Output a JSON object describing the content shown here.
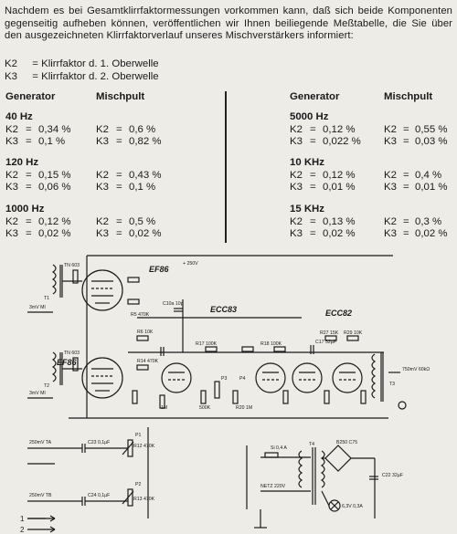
{
  "intro": "Nachdem es bei Gesamtklirrfaktormessungen vorkommen kann, daß sich beide Komponenten gegenseitig aufheben können, veröffentlichen wir Ihnen beiliegende Meßtabelle, die Sie über den ausgezeichneten Klirrfaktorverlauf unseres Mischverstärkers informiert:",
  "definitions": [
    {
      "sym": "K2",
      "eq": "=",
      "text": "Klirrfaktor d. 1. Oberwelle"
    },
    {
      "sym": "K3",
      "eq": "=",
      "text": "Klirrfaktor d. 2. Oberwelle"
    }
  ],
  "headers": {
    "generator": "Generator",
    "mischpult": "Mischpult"
  },
  "left_groups": [
    {
      "freq": "40 Hz",
      "rows": [
        {
          "gk": "K2",
          "gv": "0,34 %",
          "mk": "K2",
          "mv": "0,6 %"
        },
        {
          "gk": "K3",
          "gv": "0,1 %",
          "mk": "K3",
          "mv": "0,82 %"
        }
      ]
    },
    {
      "freq": "120 Hz",
      "rows": [
        {
          "gk": "K2",
          "gv": "0,15 %",
          "mk": "K2",
          "mv": "0,43 %"
        },
        {
          "gk": "K3",
          "gv": "0,06 %",
          "mk": "K3",
          "mv": "0,1 %"
        }
      ]
    },
    {
      "freq": "1000 Hz",
      "rows": [
        {
          "gk": "K2",
          "gv": "0,12 %",
          "mk": "K2",
          "mv": "0,5 %"
        },
        {
          "gk": "K3",
          "gv": "0,02 %",
          "mk": "K3",
          "mv": "0,02 %"
        }
      ]
    }
  ],
  "right_groups": [
    {
      "freq": "5000 Hz",
      "rows": [
        {
          "gk": "K2",
          "gv": "0,12 %",
          "mk": "K2",
          "mv": "0,55 %"
        },
        {
          "gk": "K3",
          "gv": "0,022 %",
          "mk": "K3",
          "mv": "0,03 %"
        }
      ]
    },
    {
      "freq": "10 KHz",
      "rows": [
        {
          "gk": "K2",
          "gv": "0,12 %",
          "mk": "K2",
          "mv": "0,4 %"
        },
        {
          "gk": "K3",
          "gv": "0,01 %",
          "mk": "K3",
          "mv": "0,01 %"
        }
      ]
    },
    {
      "freq": "15 KHz",
      "rows": [
        {
          "gk": "K2",
          "gv": "0,13 %",
          "mk": "K2",
          "mv": "0,3 %"
        },
        {
          "gk": "K3",
          "gv": "0,02 %",
          "mk": "K3",
          "mv": "0,02 %"
        }
      ]
    }
  ],
  "schematic": {
    "tubes": {
      "t1": "EF86",
      "t2": "EF86",
      "t3": "ECC83",
      "t4": "ECC82"
    },
    "labels": {
      "tn603": "TN 603",
      "tn603b": "TN 603",
      "in1": "3mV MI",
      "in2": "3mV MI",
      "in3": "250mV TA",
      "in4": "250mV TB",
      "out": "750mV 60kΩ",
      "r1": "R5 470K",
      "r2": "R6 10K",
      "r3": "R14 470K",
      "r4": "R13 470K",
      "r5": "R12 470K",
      "r6": "R27 15K",
      "r7": "R29 10K",
      "r8": "R18 100K",
      "r9": "R20 1M",
      "r10": "R17 100K",
      "c1": "C10a 10p",
      "c2": "C17 32µF",
      "c3": "C22 32µF",
      "c4": "C23 0,1µF",
      "c5": "C24 0,1µF",
      "net": "NETZ 220V",
      "fuse": "Si 0,4 A",
      "rect": "B250 C75",
      "lamp": "6,3V 0,3A",
      "tr": "T4",
      "tr2": "T3",
      "aux": "+ 250V",
      "p1": "P1",
      "p2": "P2",
      "p3": "P3",
      "p4": "P4",
      "t1": "T1",
      "t2": "T2",
      "vr": "1M",
      "vr2": "500K"
    },
    "bottom": [
      "1",
      "2"
    ]
  }
}
